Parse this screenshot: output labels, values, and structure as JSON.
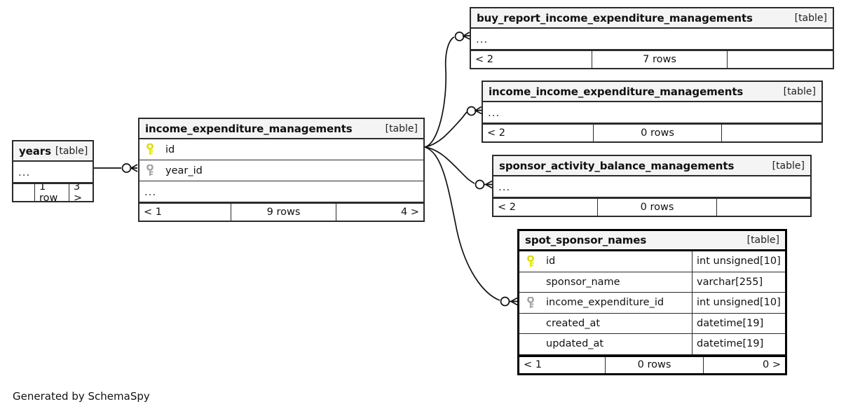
{
  "diagram": {
    "credit": "Generated by SchemaSpy",
    "table_kind_label": "[table]",
    "ellipsis": "...",
    "colors": {
      "primary_key": "#e8e800",
      "foreign_key": "#a8a8a8",
      "border": "#2b2b2b",
      "header_bg": "#f4f4f4",
      "selected_border": "#000000"
    }
  },
  "tables": {
    "years": {
      "name": "years",
      "kind": "[table]",
      "ellipsis": "...",
      "footer": {
        "left": "",
        "middle": "1 row",
        "right": "3 >"
      }
    },
    "income_expenditure_managements": {
      "name": "income_expenditure_managements",
      "kind": "[table]",
      "ellipsis": "...",
      "columns": [
        {
          "key": "primary",
          "name": "id",
          "type": ""
        },
        {
          "key": "foreign",
          "name": "year_id",
          "type": ""
        }
      ],
      "footer": {
        "left": "< 1",
        "middle": "9 rows",
        "right": "4 >"
      }
    },
    "buy_report_income_expenditure_managements": {
      "name": "buy_report_income_expenditure_managements",
      "kind": "[table]",
      "ellipsis": "...",
      "footer": {
        "left": "< 2",
        "middle": "7 rows",
        "right": ""
      }
    },
    "income_income_expenditure_managements": {
      "name": "income_income_expenditure_managements",
      "kind": "[table]",
      "ellipsis": "...",
      "footer": {
        "left": "< 2",
        "middle": "0 rows",
        "right": ""
      }
    },
    "sponsor_activity_balance_managements": {
      "name": "sponsor_activity_balance_managements",
      "kind": "[table]",
      "ellipsis": "...",
      "footer": {
        "left": "< 2",
        "middle": "0 rows",
        "right": ""
      }
    },
    "spot_sponsor_names": {
      "name": "spot_sponsor_names",
      "kind": "[table]",
      "selected": true,
      "columns": [
        {
          "key": "primary",
          "name": "id",
          "type": "int unsigned[10]"
        },
        {
          "key": "none",
          "name": "sponsor_name",
          "type": "varchar[255]"
        },
        {
          "key": "foreign",
          "name": "income_expenditure_id",
          "type": "int unsigned[10]"
        },
        {
          "key": "none",
          "name": "created_at",
          "type": "datetime[19]"
        },
        {
          "key": "none",
          "name": "updated_at",
          "type": "datetime[19]"
        }
      ],
      "footer": {
        "left": "< 1",
        "middle": "0 rows",
        "right": "0 >"
      }
    }
  },
  "relationships": [
    {
      "from": "years",
      "to": "income_expenditure_managements"
    },
    {
      "from": "income_expenditure_managements",
      "to": "buy_report_income_expenditure_managements"
    },
    {
      "from": "income_expenditure_managements",
      "to": "income_income_expenditure_managements"
    },
    {
      "from": "income_expenditure_managements",
      "to": "sponsor_activity_balance_managements"
    },
    {
      "from": "income_expenditure_managements",
      "to": "spot_sponsor_names"
    }
  ]
}
